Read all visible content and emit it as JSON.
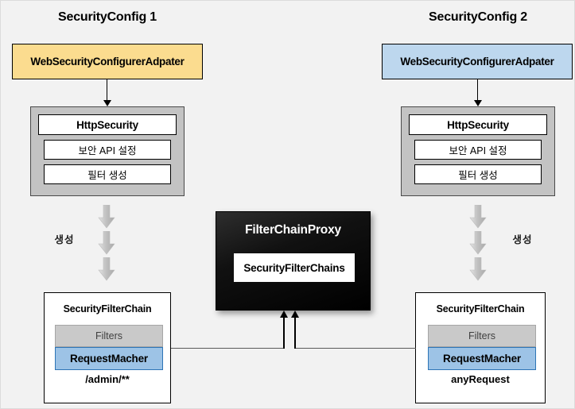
{
  "diagram": {
    "background_color": "#f2f2f2",
    "columns": [
      {
        "title": "SecurityConfig 1",
        "adapter": {
          "label": "WebSecurityConfigurerAdpater",
          "color": "#fbdc8f"
        },
        "http_security": {
          "header": "HttpSecurity",
          "rows": [
            "보안 API 설정",
            "필터 생성"
          ],
          "container_color": "#c3c3c3"
        },
        "generate_label": "생성",
        "chain": {
          "title": "SecurityFilterChain",
          "filters_label": "Filters",
          "matcher_label": "RequestMacher",
          "pattern": "/admin/**",
          "filters_color": "#c9c9c9",
          "matcher_color": "#9dc3e6"
        }
      },
      {
        "title": "SecurityConfig 2",
        "adapter": {
          "label": "WebSecurityConfigurerAdpater",
          "color": "#bdd7ee"
        },
        "http_security": {
          "header": "HttpSecurity",
          "rows": [
            "보안 API 설정",
            "필터 생성"
          ],
          "container_color": "#c3c3c3"
        },
        "generate_label": "생성",
        "chain": {
          "title": "SecurityFilterChain",
          "filters_label": "Filters",
          "matcher_label": "RequestMacher",
          "pattern": "anyRequest",
          "filters_color": "#c9c9c9",
          "matcher_color": "#9dc3e6"
        }
      }
    ],
    "proxy": {
      "title": "FilterChainProxy",
      "inner_label": "SecurityFilterChains",
      "background_color": "#000000",
      "text_color": "#ffffff"
    }
  }
}
